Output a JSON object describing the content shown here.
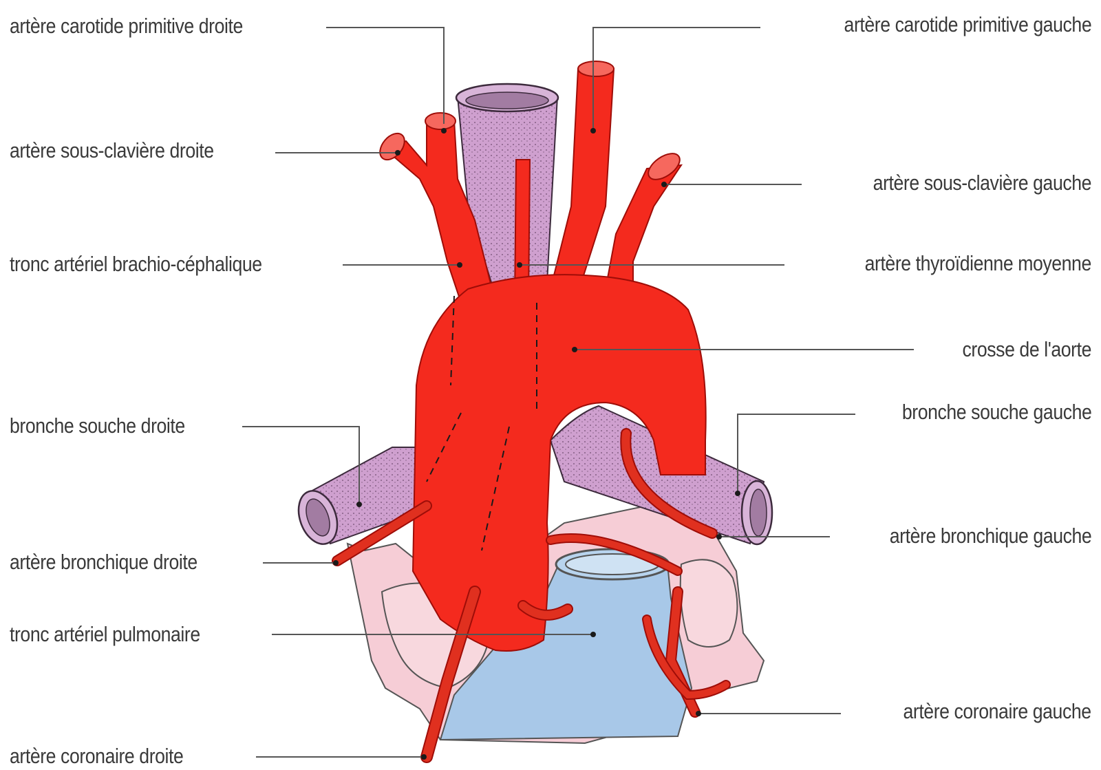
{
  "colors": {
    "artery": "#f42a1e",
    "artery_stroke": "#9e0d08",
    "bronchus": "#cfa0cf",
    "bronchus_stroke": "#5a3a5a",
    "atrium": "#f6cdd6",
    "pulmonary_trunk": "#a8c8e8",
    "leader_line": "#555555"
  },
  "labels": {
    "left_1": "artère carotide primitive droite",
    "left_2": "artère sous-clavière droite",
    "left_3": "tronc artériel brachio-céphalique",
    "left_4": "bronche souche droite",
    "left_5": "artère bronchique droite",
    "left_6": "tronc artériel pulmonaire",
    "left_7": "artère coronaire droite",
    "right_1": "artère carotide primitive gauche",
    "right_2": "artère sous-clavière gauche",
    "right_3": "artère thyroïdienne moyenne",
    "right_4": "crosse de l'aorte",
    "right_5": "bronche souche gauche",
    "right_6": "artère bronchique gauche",
    "right_7": "artère coronaire gauche"
  }
}
